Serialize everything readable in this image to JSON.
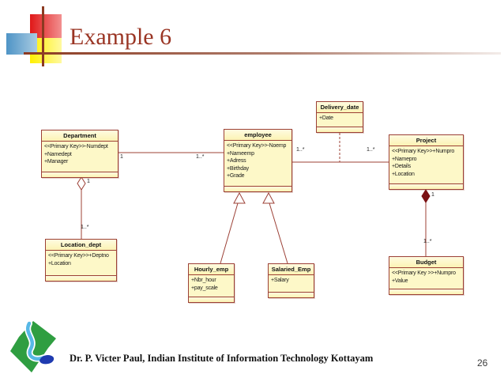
{
  "slide": {
    "title": "Example 6",
    "footer": "Dr. P. Victer Paul, Indian Institute of Information Technology Kottayam",
    "page_number": "26"
  },
  "colors": {
    "title_text": "#9a3524",
    "box_fill": "#fdf8c8",
    "box_border": "#9c4036",
    "composition_diamond": "#7b1113",
    "accent_red": "#e01818",
    "accent_yellow": "#fff000",
    "accent_blue": "#4e94c6"
  },
  "diagram": {
    "classes": [
      {
        "name": "Department",
        "attributes": [
          "<<Primary Key>>-Numdept",
          "+Namedept",
          "+Manager"
        ]
      },
      {
        "name": "employee",
        "attributes": [
          "<<Primary Key>>-Noemp",
          "+Nameemp",
          "+Adress",
          "+Birthday",
          "+Grade"
        ]
      },
      {
        "name": "Delivery_date",
        "attributes": [
          "+Date"
        ]
      },
      {
        "name": "Project",
        "attributes": [
          "<<Primary Key>>+Numpro",
          "+Namepro",
          "+Details",
          "+Location"
        ]
      },
      {
        "name": "Location_dept",
        "attributes": [
          "<<Primary Key>>+Deptno",
          "+Location"
        ]
      },
      {
        "name": "Hourly_emp",
        "attributes": [
          "+Nbr_hour",
          "+pay_scale"
        ]
      },
      {
        "name": "Salaried_Emp",
        "attributes": [
          "+Salary"
        ]
      },
      {
        "name": "Budget",
        "attributes": [
          "<<Primary Key >>+Numpro",
          "+Value"
        ]
      }
    ],
    "multiplicities": [
      "1",
      "1..*",
      "1..*",
      "1..*",
      "1",
      "1..*",
      "1",
      "1..*"
    ],
    "relationships": [
      {
        "type": "association",
        "from": "Department",
        "to": "employee",
        "from_mult": "1",
        "to_mult": "1..*"
      },
      {
        "type": "association",
        "from": "employee",
        "to": "Project",
        "from_mult": "1..*",
        "to_mult": "1..*"
      },
      {
        "type": "association-class",
        "from": "Delivery_date",
        "to": "employee-Project association"
      },
      {
        "type": "aggregation",
        "from": "Department",
        "to": "Location_dept",
        "from_mult": "1",
        "to_mult": "1..*"
      },
      {
        "type": "generalization",
        "from": "Hourly_emp",
        "to": "employee"
      },
      {
        "type": "generalization",
        "from": "Salaried_Emp",
        "to": "employee"
      },
      {
        "type": "composition",
        "from": "Project",
        "to": "Budget",
        "from_mult": "1",
        "to_mult": "1..*"
      }
    ]
  }
}
